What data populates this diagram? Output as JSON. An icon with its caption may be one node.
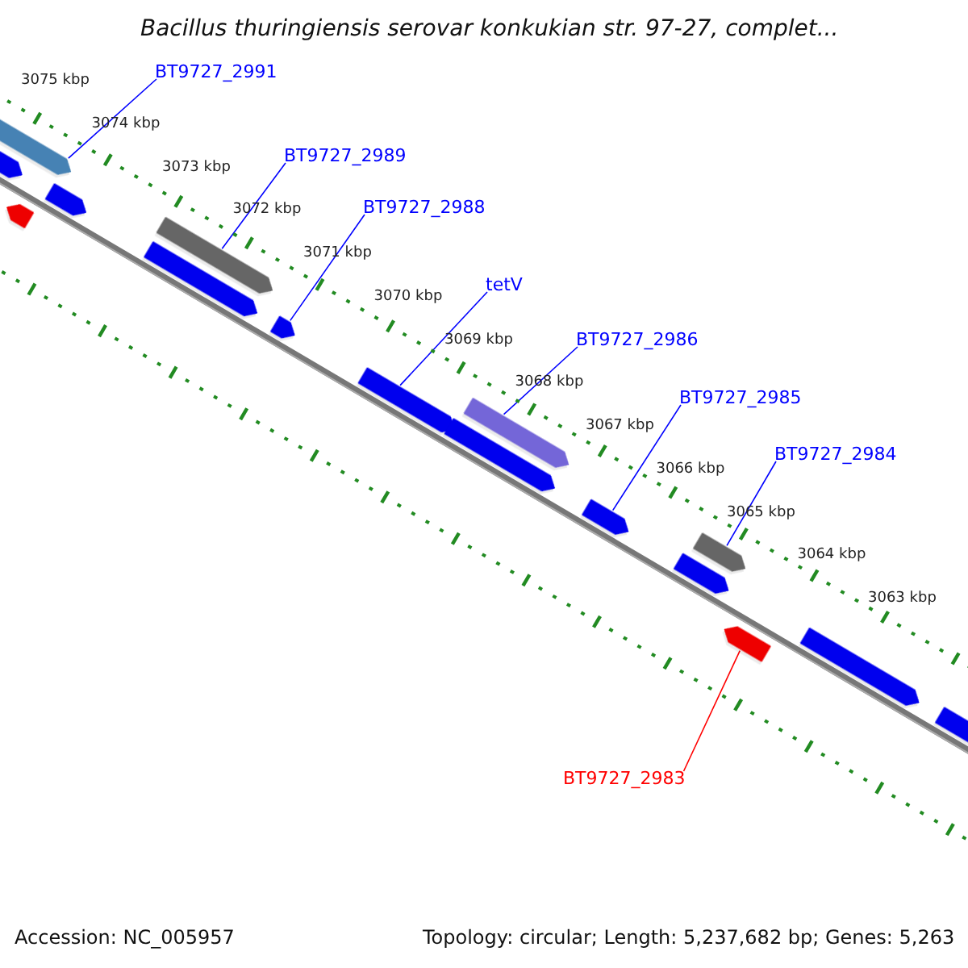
{
  "diagram": {
    "title": "Bacillus thuringiensis serovar konkukian str. 97-27, complet...",
    "nodes": [
      {
        "text": [
          "BT9727_2991"
        ]
      },
      {
        "text": [
          "BT9727_2989"
        ]
      },
      {
        "text": [
          "BT9727_2988"
        ]
      },
      {
        "text": [
          "tetV"
        ]
      },
      {
        "text": [
          "BT9727_2986"
        ]
      },
      {
        "text": [
          "BT9727_2985"
        ]
      },
      {
        "text": [
          "BT9727_2984"
        ]
      },
      {
        "text": [
          "BT9727_2983"
        ]
      },
      {
        "text": [],
        "shape": "pentagon"
      },
      {
        "text": [],
        "shape": "pentagon"
      },
      {
        "text": [],
        "shape": "pentagon"
      },
      {
        "text": [],
        "shape": "pentagon"
      },
      {
        "text": [],
        "shape": "pentagon"
      },
      {
        "text": [],
        "shape": "pentagon"
      },
      {
        "text": [],
        "shape": "pentagon"
      },
      {
        "text": [],
        "shape": "pentagon"
      },
      {
        "text": [],
        "shape": "pentagon"
      },
      {
        "text": [],
        "shape": "pentagon"
      },
      {
        "text": [],
        "shape": "pentagon"
      },
      {
        "text": [],
        "shape": "pentagon"
      },
      {
        "text": [],
        "shape": "pentagon"
      },
      {
        "text": [],
        "shape": "pentagon"
      },
      {
        "text": [],
        "shape": "pentagon"
      },
      {
        "text": [],
        "shape": "pentagon"
      }
    ],
    "edges": [
      {
        "from": 0,
        "to": 8,
        "arrow": "none"
      },
      {
        "from": 1,
        "to": 12,
        "arrow": "none"
      },
      {
        "from": 2,
        "to": 14,
        "arrow": "none"
      },
      {
        "from": 3,
        "to": 15,
        "arrow": "none"
      },
      {
        "from": 4,
        "to": 17,
        "arrow": "none"
      },
      {
        "from": 5,
        "to": 18,
        "arrow": "none"
      },
      {
        "from": 6,
        "to": 20,
        "arrow": "none"
      },
      {
        "from": 7,
        "to": 21,
        "arrow": "none",
        "color": "#ff0000"
      }
    ],
    "labels": [
      "3075 kbp",
      "3074 kbp",
      "3073 kbp",
      "3072 kbp",
      "3071 kbp",
      "3070 kbp",
      "3069 kbp",
      "3068 kbp",
      "3067 kbp",
      "3066 kbp",
      "3065 kbp",
      "3064 kbp",
      "3063 kbp",
      "Accession: NC_005957",
      "Topology: circular; Length: 5,237,682 bp; Genes: 5,263"
    ]
  }
}
